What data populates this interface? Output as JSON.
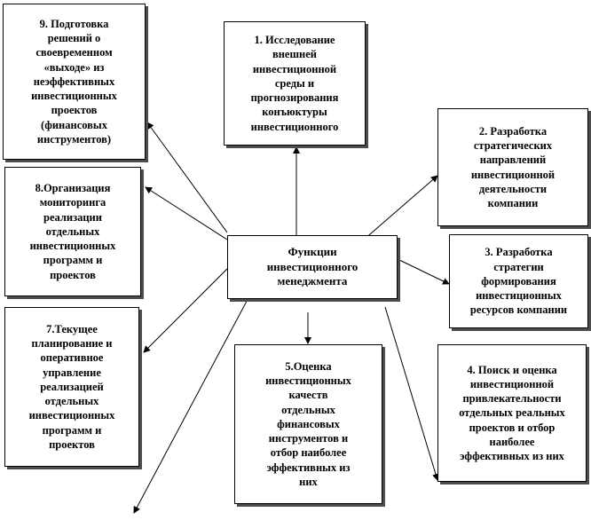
{
  "center": {
    "label": "Функции\nинвестиционного\nменеджмента"
  },
  "functions": [
    {
      "id": "f1",
      "label": "1. Исследование\nвнешней\nинвестиционной\nсреды и\nпрогнозирования\nконъюктуры\nинвестиционного"
    },
    {
      "id": "f2",
      "label": "2. Разработка\nстратегических\nнаправлений\nинвестиционной\nдеятельности\nкомпании"
    },
    {
      "id": "f3",
      "label": "3. Разработка\nстратегии\nформирования\nинвестиционных\nресурсов компании"
    },
    {
      "id": "f4",
      "label": "4. Поиск и оценка\nинвестиционной\nпривлекательности\nотдельных реальных\nпроектов и отбор\nнаиболее\nэффективных из них"
    },
    {
      "id": "f5",
      "label": "5.Оценка\nинвестиционных\nкачеств\nотдельных\nфинансовых\nинструментов и\nотбор наиболее\nэффективных из\nних"
    },
    {
      "id": "f7",
      "label": "7.Текущее\nпланирование и\nоперативное\nуправление\nреализацией\nотдельных\nинвестиционных\nпрограмм и\nпроектов"
    },
    {
      "id": "f8",
      "label": "8.Организация\nмониторинга\nреализации\nотдельных\nинвестиционных\nпрограмм и\nпроектов"
    },
    {
      "id": "f9",
      "label": "9. Подготовка\nрешений о\nсвоевременном\n«выходе» из\nнеэффективных\nинвестиционных\nпроектов\n(финансовых\nинструментов)"
    }
  ]
}
